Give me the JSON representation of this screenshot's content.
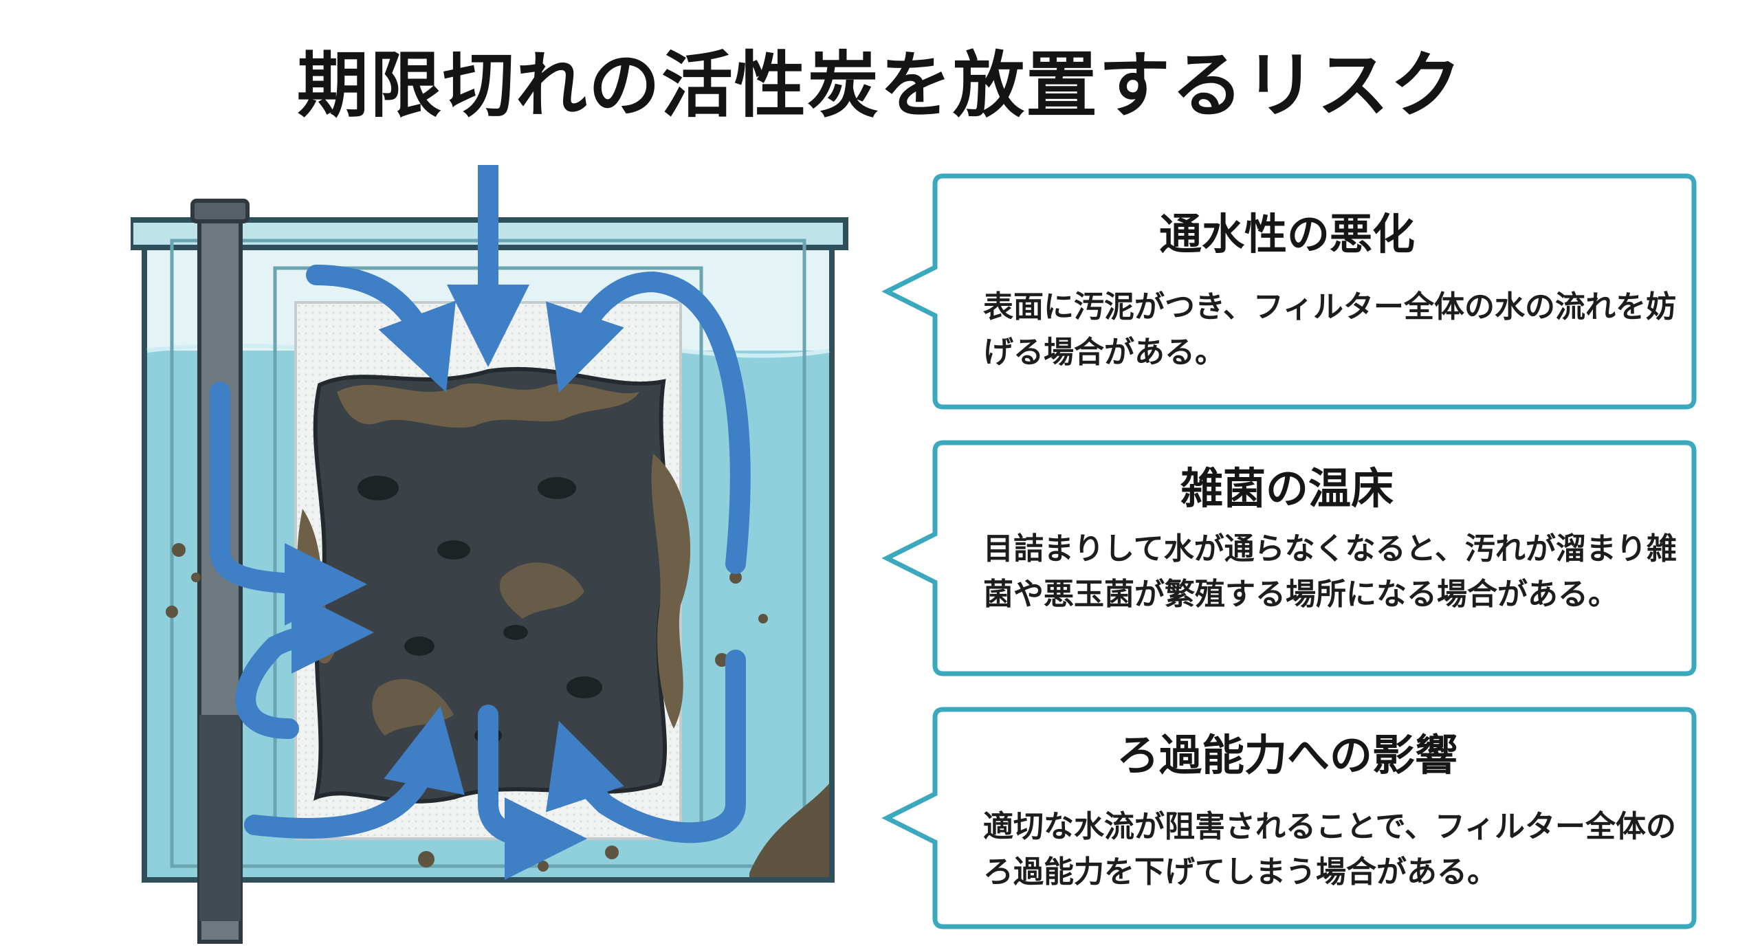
{
  "title": "期限切れの活性炭を放置するリスク",
  "callouts": [
    {
      "heading": "通水性の悪化",
      "body": "表面に汚泥がつき、フィルター全体の水の流れを妨げる場合がある。"
    },
    {
      "heading": "雑菌の温床",
      "body": "目詰まりして水が通らなくなると、汚れが溜まり雑菌や悪玉菌が繁殖する場所になる場合がある。"
    },
    {
      "heading": "ろ過能力への影響",
      "body": "適切な水流が阻害されることで、フィルター全体のろ過能力を下げてしまう場合がある。"
    }
  ],
  "colors": {
    "callout_border": "#3aa9bd",
    "water": "#8fd0dc",
    "arrow": "#3f7fc6",
    "charcoal": "#3b4247",
    "sludge": "#6e6048"
  },
  "icons": [
    "filter-tank-illustration",
    "water-flow-arrow-icon",
    "charcoal-bag-icon"
  ]
}
